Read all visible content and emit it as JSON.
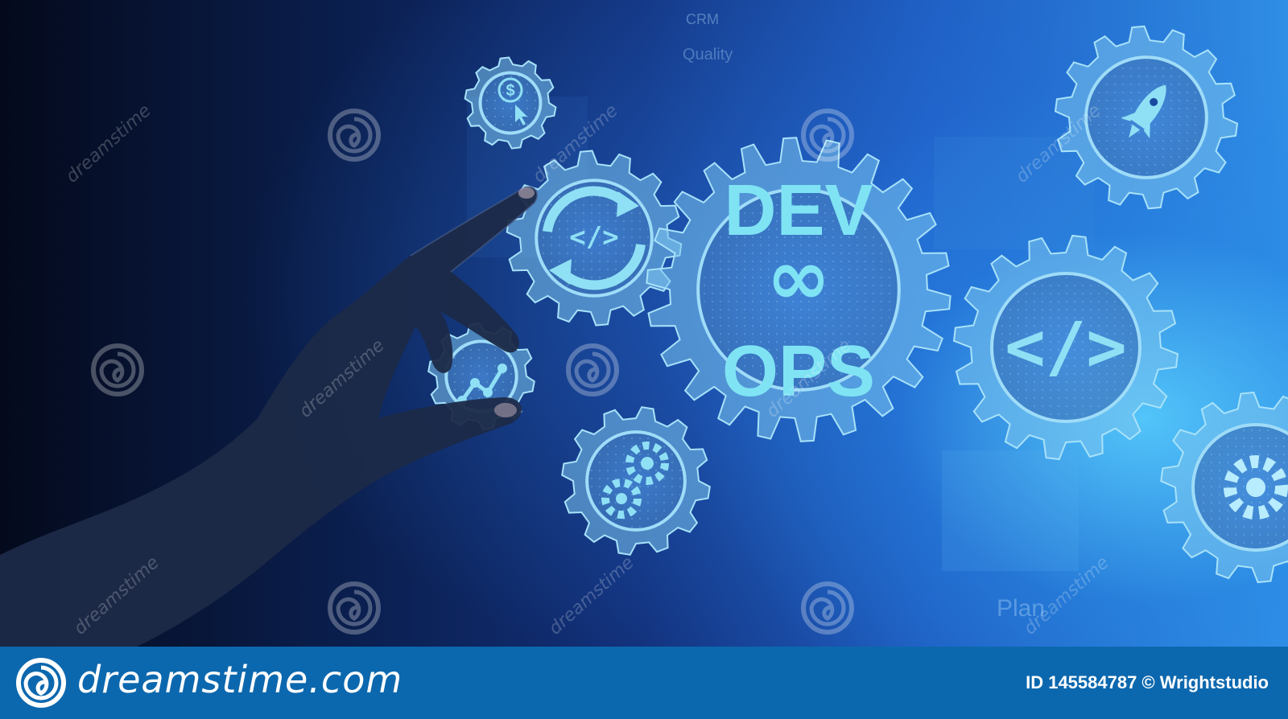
{
  "main_graphic": {
    "word_top": "DEV",
    "symbol_middle": "∞",
    "word_bottom": "OPS",
    "colors": {
      "text": "#7fe3f4",
      "gear": "#8fd4f2",
      "accent": "#5ec8f0"
    }
  },
  "icons": [
    "dollar-click-icon",
    "code-cycle-icon",
    "chart-trend-icon",
    "cogs-icon",
    "rocket-icon",
    "code-tag-icon",
    "gear-icon"
  ],
  "background_text": {
    "crm": "CRM",
    "quality": "Quality",
    "plan": "Plan"
  },
  "footer": {
    "brand": "dreamstime.com",
    "credit": "ID 145584787 © Wrightstudio"
  },
  "watermark": {
    "text": "dreamstime"
  }
}
